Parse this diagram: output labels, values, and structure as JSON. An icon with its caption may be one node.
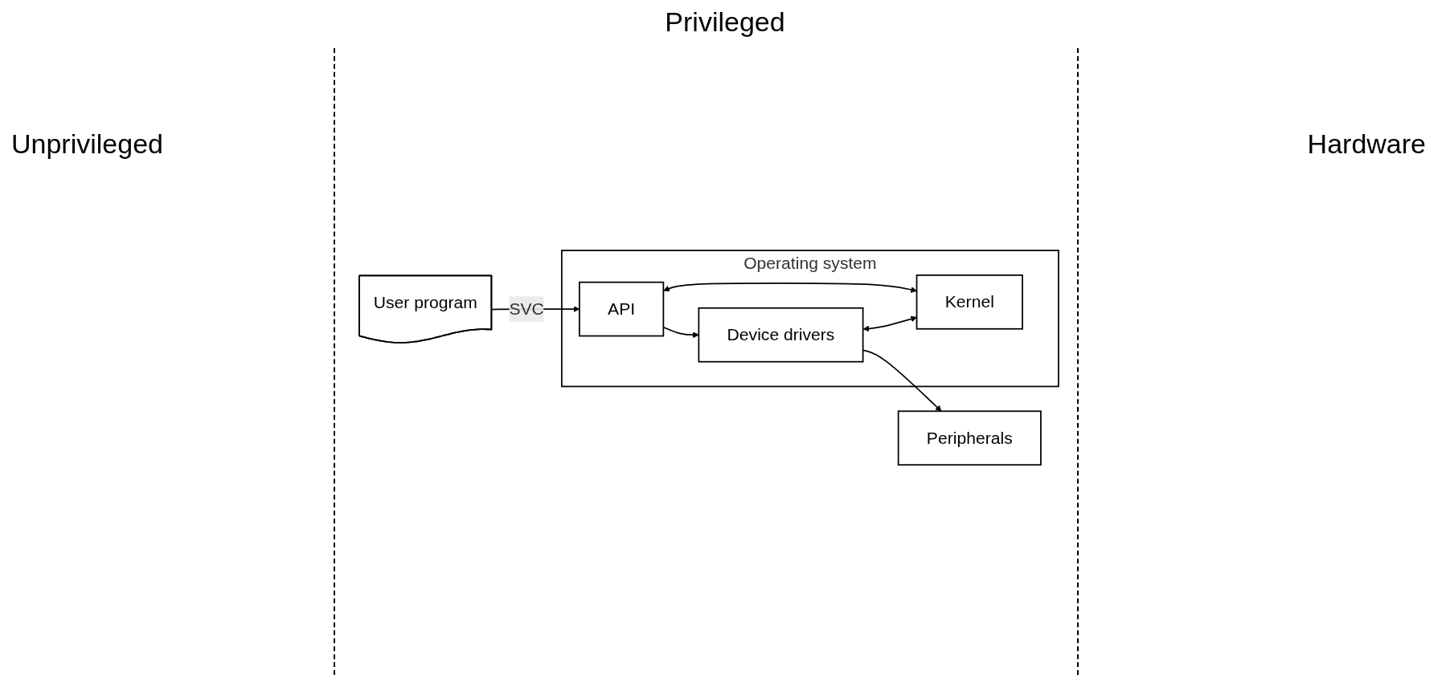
{
  "diagram": {
    "nodes": [
      {
        "text": [
          "User program"
        ]
      },
      {
        "text": [
          "Operating system"
        ]
      },
      {
        "text": [
          "Kernel"
        ],
        "in": 1
      },
      {
        "text": [
          "API"
        ],
        "in": 1
      },
      {
        "text": [
          "Device drivers"
        ],
        "in": 1
      },
      {
        "text": [
          "Peripherals"
        ]
      }
    ],
    "edges": [
      {
        "from": 0,
        "to": 3,
        "label": "SVC",
        "arrow": "to"
      },
      {
        "from": 3,
        "to": 2,
        "arrow": "both"
      },
      {
        "from": 4,
        "to": 2,
        "arrow": "both"
      },
      {
        "from": 3,
        "to": 4,
        "arrow": "to"
      },
      {
        "from": 4,
        "to": 5,
        "arrow": "to"
      }
    ],
    "labels": [
      "Privileged",
      "Unprivileged",
      "Hardware"
    ]
  }
}
